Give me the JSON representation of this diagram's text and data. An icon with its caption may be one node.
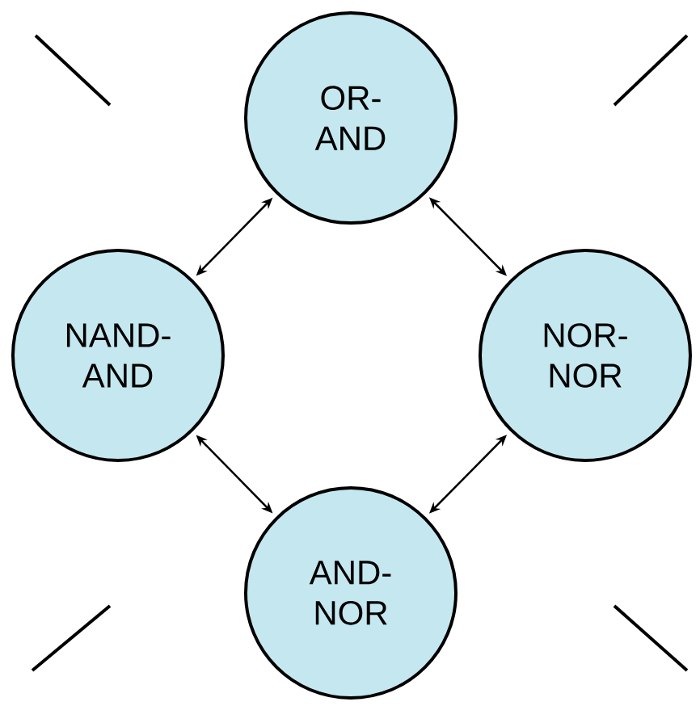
{
  "diagram": {
    "nodes": [
      {
        "text": [
          "OR- AND"
        ]
      },
      {
        "text": [
          "NAND- AND"
        ]
      },
      {
        "text": [
          "NOR- NOR"
        ]
      },
      {
        "text": [
          "AND- NOR"
        ]
      }
    ],
    "edges": [
      {
        "from": 0,
        "to": 1,
        "arrow": "both"
      },
      {
        "from": 0,
        "to": 2,
        "arrow": "both"
      },
      {
        "from": 1,
        "to": 3,
        "arrow": "both"
      },
      {
        "from": 2,
        "to": 3,
        "arrow": "both"
      }
    ]
  }
}
